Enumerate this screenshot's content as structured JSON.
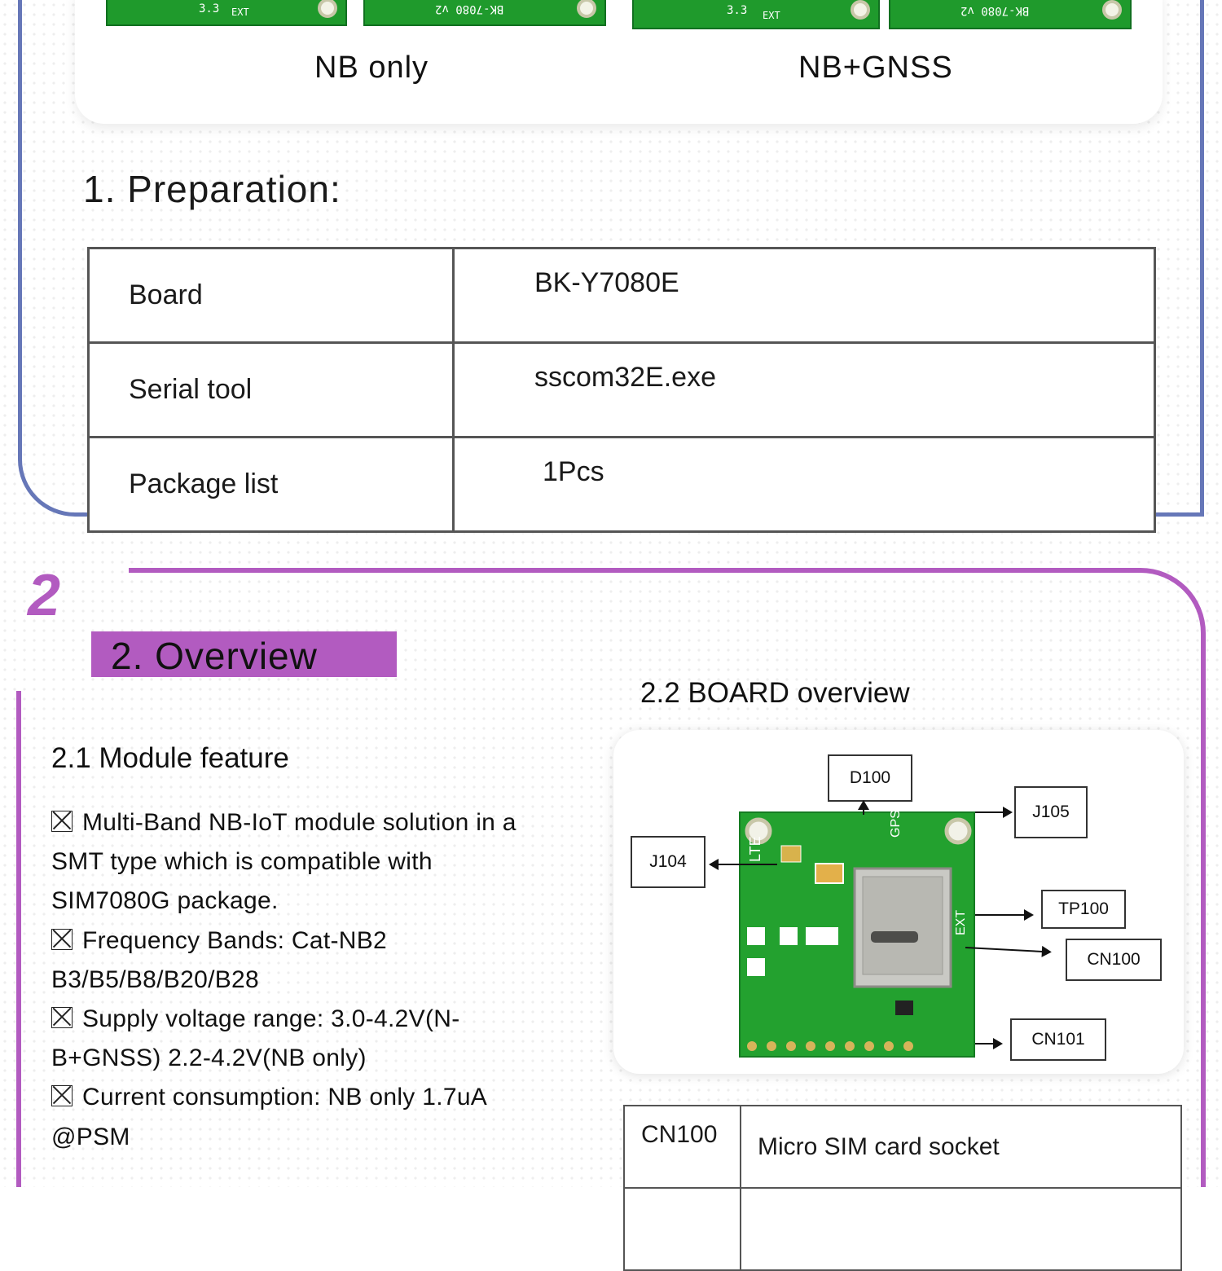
{
  "section1": {
    "pcb_labels": {
      "board_a": "3.3",
      "ext": "EXT",
      "board_b": "BK-7080 v2"
    },
    "captions": {
      "nb_only": "NB only",
      "nb_gnss": "NB+GNSS"
    },
    "heading": "1. Preparation:",
    "table": [
      {
        "key": "Board",
        "value": "BK-Y7080E"
      },
      {
        "key": "Serial tool",
        "value": "sscom32E.exe"
      },
      {
        "key": "Package list",
        "value": "1Pcs"
      }
    ]
  },
  "section2": {
    "number": "2",
    "title": "2. Overview",
    "module_feature": {
      "heading": "2.1 Module feature",
      "items": [
        "Multi-Band NB-IoT module solution in a SMT type which is compatible with SIM7080G package.",
        "Frequency Bands: Cat-NB2 B3/B5/B8/B20/B28",
        "Supply voltage range: 3.0-4.2V(N-B+GNSS) 2.2-4.2V(NB only)",
        "Current consumption: NB only 1.7uA @PSM"
      ]
    },
    "board_overview": {
      "heading": "2.2 BOARD overview",
      "labels": {
        "d100": "D100",
        "j105": "J105",
        "j104": "J104",
        "tp100": "TP100",
        "cn100": "CN100",
        "cn101": "CN101"
      },
      "silkscreen": {
        "lte": "LTE",
        "gps": "GPS",
        "ext": "EXT"
      }
    },
    "connector_table": [
      {
        "key": "CN100",
        "value": "Micro SIM card socket"
      },
      {
        "key": "",
        "value": ""
      }
    ]
  },
  "colors": {
    "section1_frame": "#6677b8",
    "section2_accent": "#b25bc0",
    "pcb_green": "#23a12f"
  }
}
